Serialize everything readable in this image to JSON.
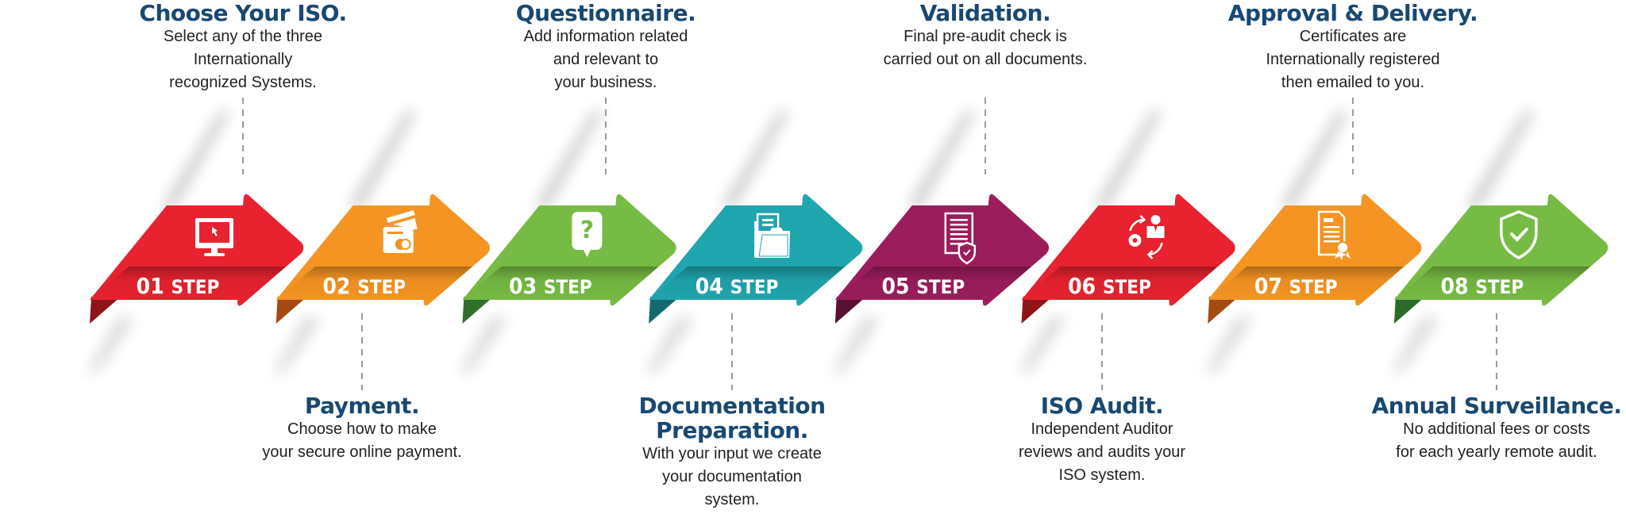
{
  "colors": {
    "title": "#184873",
    "body_text": "#222222",
    "dashed_line": "#9a9a9a"
  },
  "step_word": "STEP",
  "steps": [
    {
      "number": "01",
      "color": "#e8222f",
      "dark": "#8e1418",
      "icon": "monitor-cursor-icon",
      "label_pos": "top",
      "title": [
        "Choose Your ISO."
      ],
      "desc": [
        "Select any of the three",
        "Internationally",
        "recognized Systems."
      ]
    },
    {
      "number": "02",
      "color": "#f59422",
      "dark": "#a34b12",
      "icon": "credit-card-icon",
      "label_pos": "bottom",
      "title": [
        "Payment."
      ],
      "desc": [
        "Choose how to make",
        "your secure online payment."
      ]
    },
    {
      "number": "03",
      "color": "#76bb43",
      "dark": "#2f6f2a",
      "icon": "question-bubble-icon",
      "label_pos": "top",
      "title": [
        "Questionnaire."
      ],
      "desc": [
        "Add information related",
        "and relevant to",
        "your business."
      ]
    },
    {
      "number": "04",
      "color": "#1fa5ae",
      "dark": "#156a70",
      "icon": "folder-documents-icon",
      "label_pos": "bottom",
      "title": [
        "Documentation",
        "Preparation."
      ],
      "desc": [
        "With your input we create",
        "your documentation",
        "system."
      ]
    },
    {
      "number": "05",
      "color": "#9b1d5c",
      "dark": "#5a0f33",
      "icon": "document-shield-icon",
      "label_pos": "top",
      "title": [
        "Validation."
      ],
      "desc": [
        "Final pre-audit check is",
        "carried out on all documents."
      ]
    },
    {
      "number": "06",
      "color": "#e8222f",
      "dark": "#8e1418",
      "icon": "auditor-cycle-icon",
      "label_pos": "bottom",
      "title": [
        "ISO Audit."
      ],
      "desc": [
        "Independent Auditor",
        "reviews and audits your",
        "ISO system."
      ]
    },
    {
      "number": "07",
      "color": "#f59422",
      "dark": "#a34b12",
      "icon": "certificate-icon",
      "label_pos": "top",
      "title": [
        "Approval & Delivery."
      ],
      "desc": [
        "Certificates are",
        "Internationally registered",
        "then emailed to you."
      ]
    },
    {
      "number": "08",
      "color": "#76bb43",
      "dark": "#2a6a2a",
      "icon": "shield-check-icon",
      "label_pos": "bottom",
      "title": [
        "Annual Surveillance."
      ],
      "desc": [
        "No additional fees or costs",
        "for each yearly remote audit."
      ]
    }
  ]
}
